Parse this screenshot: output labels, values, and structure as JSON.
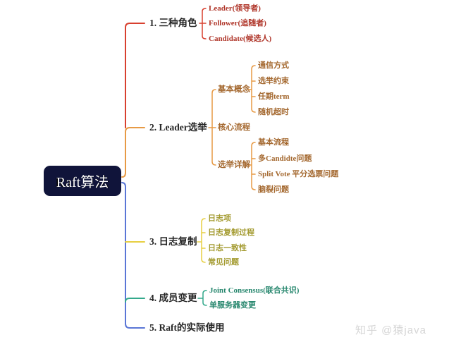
{
  "root": {
    "label": "Raft算法"
  },
  "branches": [
    {
      "label": "1. 三种角色",
      "children": [
        "Leader(领导者)",
        "Follower(追随者)",
        "Candidate(候选人)"
      ]
    },
    {
      "label": "2. Leader选举",
      "children": [
        {
          "label": "基本概念",
          "children": [
            "通信方式",
            "选举约束",
            "任期term",
            "随机超时"
          ]
        },
        {
          "label": "核心流程",
          "children": []
        },
        {
          "label": "选举详解",
          "children": [
            "基本流程",
            "多Candidte问题",
            "Split Vote 平分选票问题",
            "脑裂问题"
          ]
        }
      ]
    },
    {
      "label": "3. 日志复制",
      "children": [
        "日志项",
        "日志复制过程",
        "日志一致性",
        "常见问题"
      ]
    },
    {
      "label": "4. 成员变更",
      "children": [
        "Joint Consensus(联合共识)",
        "单服务器变更"
      ]
    },
    {
      "label": "5. Raft的实际使用",
      "children": []
    }
  ],
  "watermark": {
    "text": "知乎 @猿java"
  },
  "colors": {
    "branch1": "#d8402f",
    "branch1_text": "#b0372b",
    "branch2": "#e79a45",
    "branch2_text": "#a4682f",
    "branch3": "#e7cf42",
    "branch3_text": "#a39a2f",
    "branch4": "#33a98c",
    "branch4_text": "#27876e",
    "branch5": "#5a76d6",
    "root_bg": "#10143a",
    "root_text": "#ffffff",
    "label_text": "#262626",
    "watermark": "#d6d6d6"
  }
}
